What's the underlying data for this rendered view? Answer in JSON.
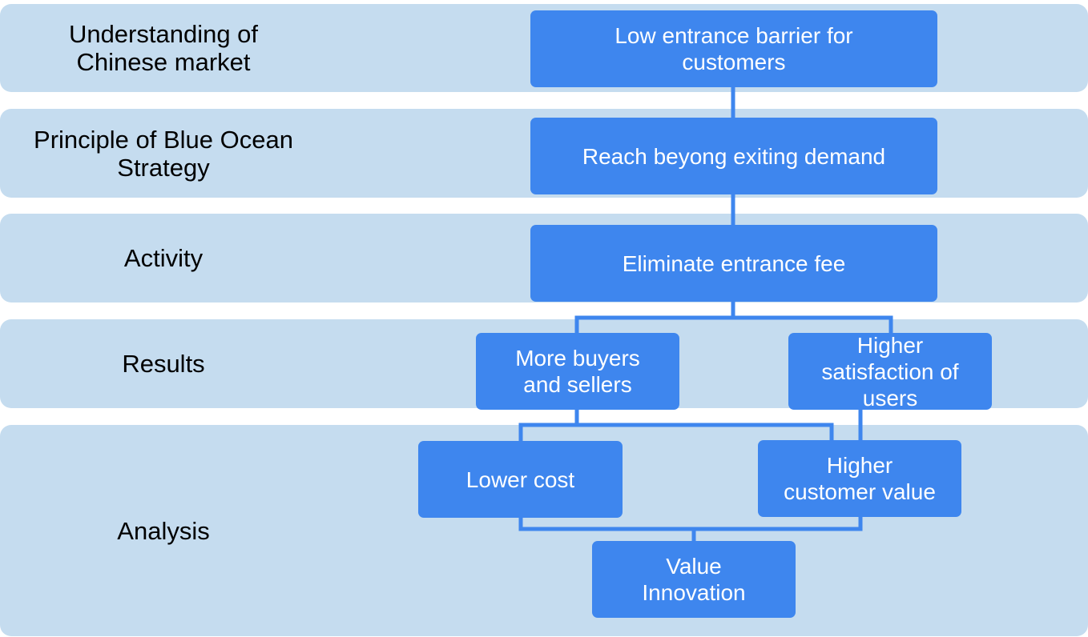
{
  "stages": [
    {
      "label": "Understanding of\nChinese market"
    },
    {
      "label": "Principle of Blue Ocean\nStrategy"
    },
    {
      "label": "Activity"
    },
    {
      "label": "Results"
    },
    {
      "label": "Analysis"
    }
  ],
  "nodes": {
    "low_barrier": "Low entrance barrier for\ncustomers",
    "reach_beyond": "Reach beyong exiting demand",
    "eliminate_fee": "Eliminate entrance fee",
    "more_buyers": "More buyers\nand sellers",
    "higher_satisfaction": "Higher\nsatisfaction of\nusers",
    "lower_cost": "Lower cost",
    "higher_value": "Higher\ncustomer value",
    "value_innovation": "Value\nInnovation"
  },
  "colors": {
    "band": "#c5dcef",
    "node": "#3e86ee",
    "connector": "#3e86ee"
  }
}
